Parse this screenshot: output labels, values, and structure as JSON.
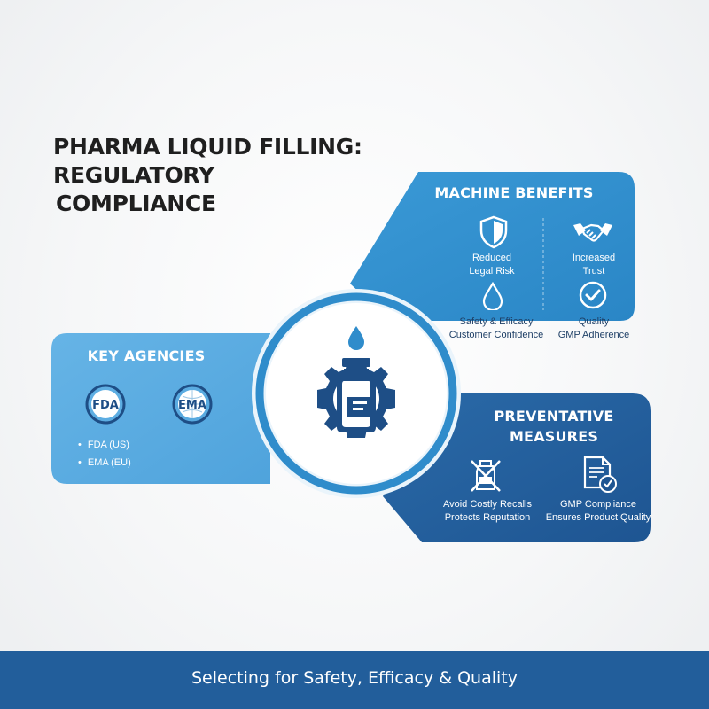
{
  "title": {
    "line1": "PHARMA LIQUID FILLING: REGULATORY",
    "line2": "COMPLIANCE"
  },
  "machine_benefits": {
    "heading": "MACHINE BENEFITS",
    "items": [
      {
        "icon": "shield-icon",
        "line1": "Reduced",
        "line2": "Legal Risk"
      },
      {
        "icon": "handshake-icon",
        "line1": "Increased",
        "line2": "Trust"
      }
    ],
    "sub_items": [
      {
        "icon": "droplet-icon",
        "line1": "Safety & Efficacy",
        "line2": "Customer Confidence"
      },
      {
        "icon": "check-circle-icon",
        "line1": "Quality",
        "line2": "GMP Adherence"
      }
    ]
  },
  "key_agencies": {
    "heading": "KEY AGENCIES",
    "logos": [
      "FDA",
      "EMA"
    ],
    "list": [
      "FDA (US)",
      "EMA (EU)"
    ]
  },
  "preventative_measures": {
    "heading_line1": "PREVENTATIVE",
    "heading_line2": "MEASURES",
    "items": [
      {
        "icon": "no-bottle-icon",
        "line1": "Avoid Costly Recalls",
        "line2": "Protects Reputation"
      },
      {
        "icon": "compliance-document-icon",
        "line1": "GMP Compliance",
        "line2": "Ensures Product Quality"
      }
    ]
  },
  "center": {
    "icon": "vial-gear-icon"
  },
  "footer": {
    "text": "Selecting for Safety, Efficacy & Quality"
  },
  "colors": {
    "light_blue": "#2f8ccb",
    "mid_blue": "#5aaae0",
    "dark_blue": "#225e9b",
    "icon_navy": "#1e4e86"
  }
}
